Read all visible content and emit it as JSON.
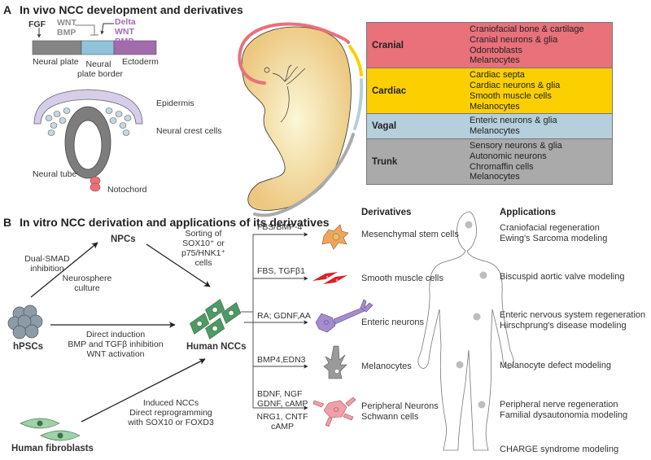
{
  "panel_a": {
    "letter": "A",
    "title": "In vivo NCC development and derivatives",
    "signals": {
      "fgf": "FGF",
      "wnt_bmp_left": [
        "WNT",
        "BMP"
      ],
      "delta_wnt_bmp": [
        "Delta",
        "WNT",
        "BMP"
      ]
    },
    "strip_labels": {
      "neural_plate": "Neural plate",
      "neural_plate_border": [
        "Neural",
        "plate border"
      ],
      "ectoderm": "Ectoderm"
    },
    "cross_section_labels": {
      "epidermis": "Epidermis",
      "neural_crest_cells": "Neural crest cells",
      "neural_tube": "Neural tube",
      "notochord": "Notochord"
    },
    "colors": {
      "neural_plate": "#858585",
      "neural_plate_border": "#8fc3dc",
      "ectoderm": "#a26bab",
      "cranial": "#e8717a",
      "cardiac": "#fcd000",
      "vagal": "#b5cfdc",
      "trunk": "#aaaaaa"
    },
    "regions": [
      {
        "name": "Cranial",
        "color": "#e8717a",
        "items": [
          "Craniofacial bone & cartilage",
          "Cranial neurons & glia",
          "Odontoblasts",
          "Melanocytes"
        ]
      },
      {
        "name": "Cardiac",
        "color": "#fcd000",
        "items": [
          "Cardiac septa",
          "Cardiac neurons & glia",
          "Smooth muscle cells",
          "Melanocytes"
        ]
      },
      {
        "name": "Vagal",
        "color": "#b5cfdc",
        "items": [
          "Enteric neurons & glia",
          "Melanocytes"
        ]
      },
      {
        "name": "Trunk",
        "color": "#aaaaaa",
        "items": [
          "Sensory neurons & glia",
          "Autonomic neurons",
          "Chromaffin cells",
          "Melanocytes"
        ]
      }
    ]
  },
  "panel_b": {
    "letter": "B",
    "title": "In vitro NCC derivation and applications of its derivatives",
    "nodes": {
      "hpscs": "hPSCs",
      "npcs": "NPCs",
      "human_nccs": "Human NCCs",
      "human_fibroblasts": "Human fibroblasts"
    },
    "edge_labels": {
      "dual_smad": [
        "Dual-SMAD",
        "inhibition"
      ],
      "neurosphere": [
        "Neurosphere",
        "culture"
      ],
      "sorting": [
        "Sorting of",
        "SOX10⁺ or",
        "p75/HNK1⁺",
        "cells"
      ],
      "direct_induction": [
        "Direct induction",
        "BMP and TGFβ inhibition",
        "WNT activation"
      ],
      "induced_nccs": [
        "Induced NCCs",
        "Direct reprogramming",
        "with SOX10 or FOXD3"
      ]
    },
    "derivatives_header": "Derivatives",
    "applications_header": "Applications",
    "derivatives": [
      {
        "factors": [
          "FBS/BMP-4"
        ],
        "cell": [
          "Mesenchymal stem cells"
        ],
        "icon": "mesenchymal-cell-icon"
      },
      {
        "factors": [
          "FBS, TGFβ1"
        ],
        "cell": [
          "Smooth muscle cells"
        ],
        "icon": "smooth-muscle-cell-icon"
      },
      {
        "factors": [
          "RA; GDNF,AA"
        ],
        "cell": [
          "Enteric neurons"
        ],
        "icon": "enteric-neuron-icon"
      },
      {
        "factors": [
          "BMP4,EDN3"
        ],
        "cell": [
          "Melanocytes"
        ],
        "icon": "melanocyte-icon"
      },
      {
        "factors": [
          "BDNF, NGF",
          "GDNF, cAMP"
        ],
        "factors_below": [
          "NRG1, CNTF",
          "cAMP"
        ],
        "cell": [
          "Peripheral Neurons",
          "Schwann cells"
        ],
        "icon": "peripheral-neuron-icon"
      }
    ],
    "applications": [
      [
        "Craniofacial regeneration",
        "Ewing's Sarcoma modeling"
      ],
      [
        "Biscuspid aortic valve modeling"
      ],
      [
        "Enteric nervous system regeneration",
        "Hirschprung's disease modeling"
      ],
      [
        "Melanocyte defect modeling"
      ],
      [
        "Peripheral nerve regeneration",
        "Familial dysautonomia modeling"
      ],
      [
        "CHARGE syndrome modeling"
      ]
    ],
    "colors": {
      "hpsc": "#8c9ba8",
      "ncc": "#4f9a64",
      "fibroblast": "#9fd2a7",
      "mesenchymal": "#f1a55a",
      "smooth_muscle": "#d8232a",
      "enteric": "#a58ccc",
      "melanocyte": "#9a9a9a",
      "peripheral": "#f0a0a8",
      "body_dot": "#bdbdbd"
    }
  }
}
